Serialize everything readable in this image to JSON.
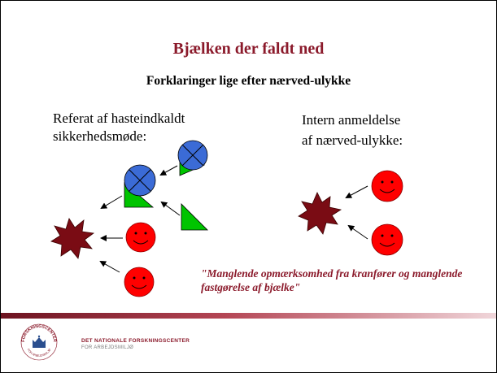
{
  "slide": {
    "title": "Bjælken der faldt ned",
    "subtitle": "Forklaringer lige efter nærved-ulykke",
    "left_heading": "Referat af hasteindkaldt\nsikkerhedsmøde:",
    "right_heading": "Intern anmeldelse\naf nærved-ulykke:",
    "quote": {
      "open_mark": "\"",
      "text": "Manglende opmærksomhed fra kranfører og manglende  fastgørelse af bjælke",
      "close_mark": "\""
    }
  },
  "footer": {
    "line1": "DET NATIONALE FORSKNINGSCENTER",
    "line2": "FOR ARBEJDSMILJØ",
    "logo_ring_top": "FORSKNINGSCENTER",
    "logo_ring_bottom": "FOR ARBEJDSMILJØ"
  },
  "colors": {
    "title": "#8b1a2b",
    "explosion": "#7a0c14",
    "smiley": "#ff0000",
    "blue_circle": "#3b6bd6",
    "green_triangle": "#00c400"
  },
  "icons": {
    "explosion": "explosion-star-icon",
    "smiley": "smiley-face-icon",
    "crossed_circle": "crossed-circle-icon",
    "triangle": "green-triangle-icon"
  }
}
